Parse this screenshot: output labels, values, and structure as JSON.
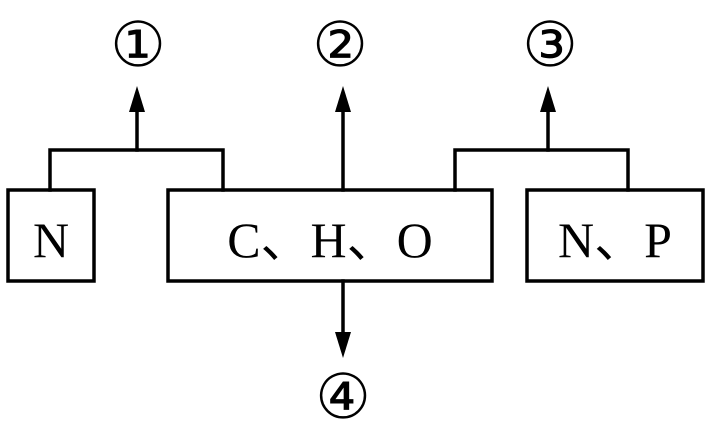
{
  "boxes": {
    "left": "N",
    "middle": "C、H、O",
    "right": "N、P"
  },
  "markers": {
    "m1": "①",
    "m2": "②",
    "m3": "③",
    "m4": "④"
  },
  "colors": {
    "stroke": "#000000",
    "background": "#ffffff"
  }
}
